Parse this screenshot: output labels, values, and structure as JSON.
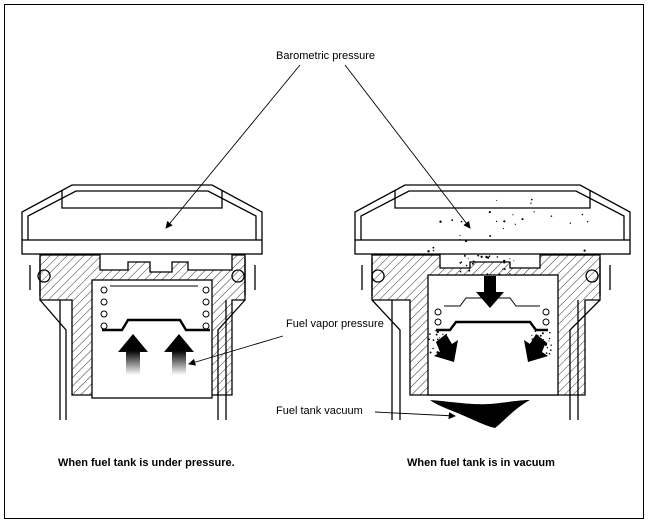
{
  "labels": {
    "barometric": "Barometric pressure",
    "vapor": "Fuel vapor pressure",
    "vacuum": "Fuel tank vacuum"
  },
  "captions": {
    "left": "When fuel tank is under pressure.",
    "right": "When fuel tank is in vacuum"
  }
}
